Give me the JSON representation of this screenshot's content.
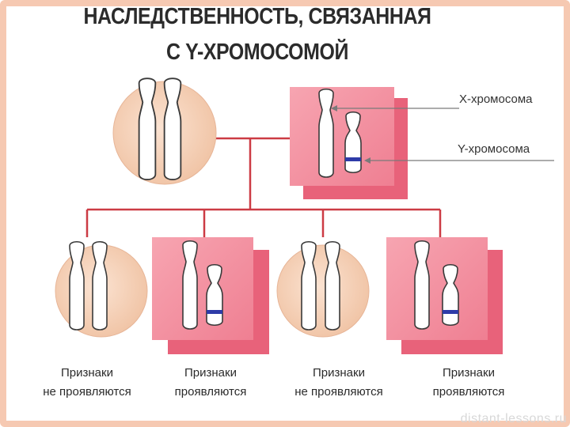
{
  "title": {
    "line1": "НАСЛЕДСТВЕННОСТЬ, СВЯЗАННАЯ",
    "line2": "С Y-ХРОМОСОМОЙ"
  },
  "labels": {
    "x_chromosome": "X-хромосома",
    "y_chromosome": "Y-хромосома"
  },
  "offspring": [
    {
      "line1": "Признаки",
      "line2": "не проявляются"
    },
    {
      "line1": "Признаки",
      "line2": "проявляются"
    },
    {
      "line1": "Признаки",
      "line2": "не проявляются"
    },
    {
      "line1": "Признаки",
      "line2": "проявляются"
    }
  ],
  "watermark": "distant-lessons.ru",
  "colors": {
    "female_bg": "#f5d4bd",
    "male_bg": "#f28a9a",
    "male_shadow": "#e8627a",
    "lines": "#cc3b44",
    "marker": "#2e3ba8"
  }
}
